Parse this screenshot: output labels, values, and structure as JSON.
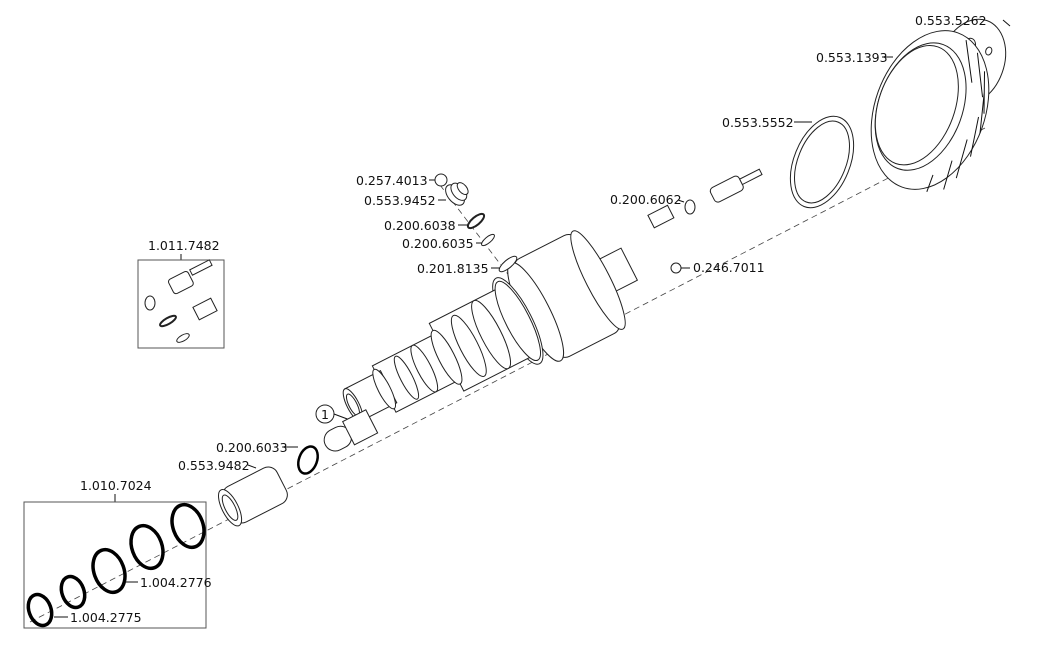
{
  "title": "Exploded parts diagram",
  "labels": {
    "p5262": "0.553.5262",
    "p1393": "0.553.1393",
    "p5552": "0.553.5552",
    "p4013": "0.257.4013",
    "p9452": "0.553.9452",
    "p6038": "0.200.6038",
    "p6035": "0.200.6035",
    "p8135": "0.201.8135",
    "p6062": "0.200.6062",
    "p7011": "0.246.7011",
    "k7482": "1.011.7482",
    "callout1": "1",
    "p6033": "0.200.6033",
    "p9482": "0.553.9482",
    "k7024": "1.010.7024",
    "p2776": "1.004.2776",
    "p2775": "1.004.2775"
  }
}
